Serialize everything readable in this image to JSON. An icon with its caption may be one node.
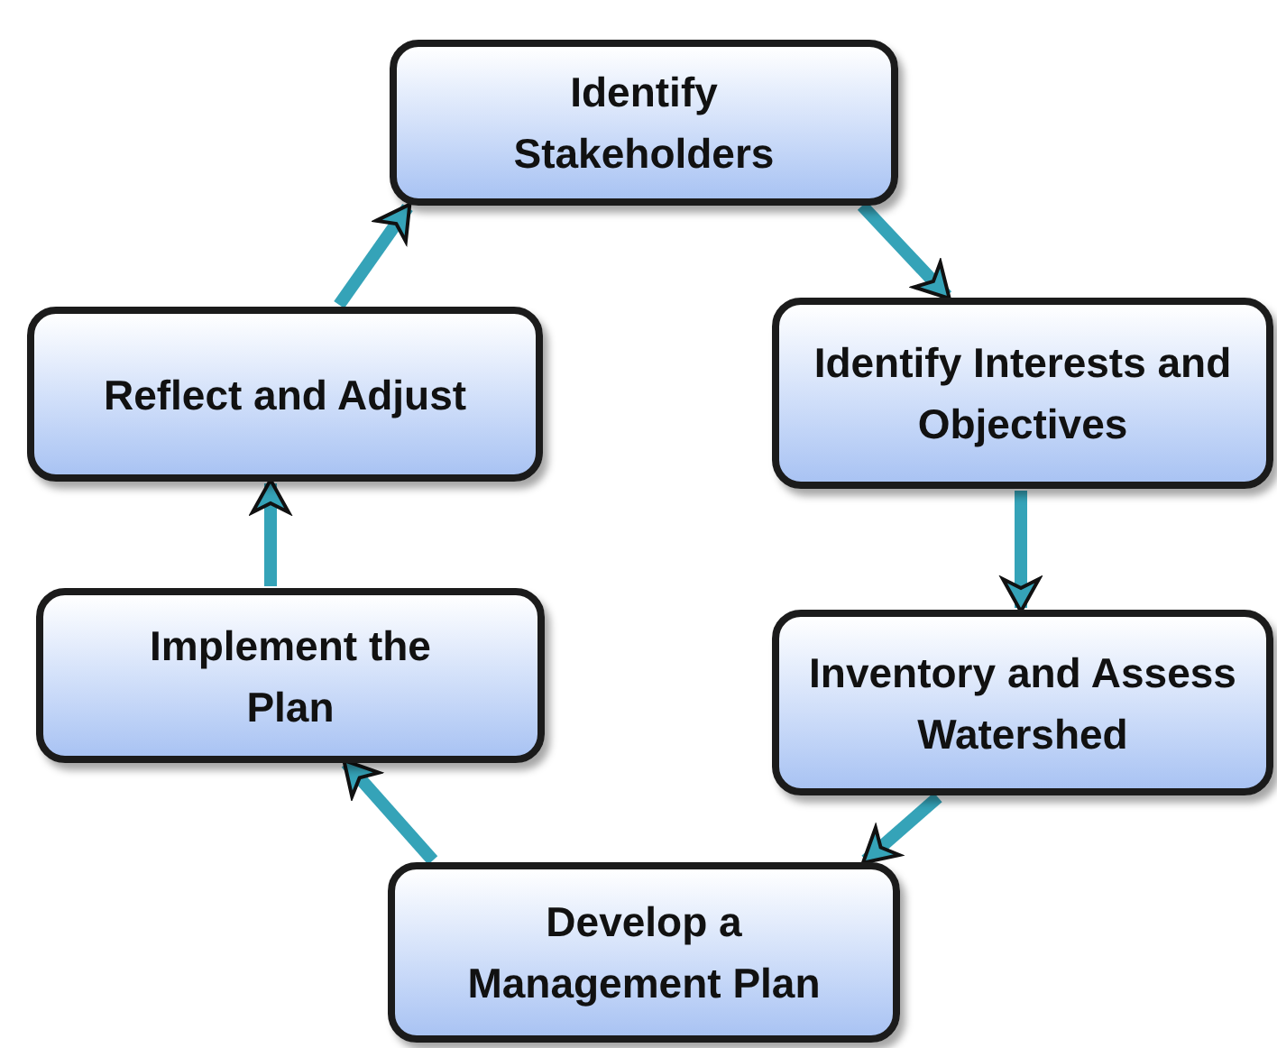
{
  "diagram": {
    "nodes": [
      {
        "text": [
          "Identify Stakeholders"
        ]
      },
      {
        "text": [
          "Identify Interests and Objectives"
        ]
      },
      {
        "text": [
          "Inventory and Assess Watershed"
        ]
      },
      {
        "text": [
          "Develop a Management Plan"
        ]
      },
      {
        "text": [
          "Implement the Plan"
        ]
      },
      {
        "text": [
          "Reflect and Adjust"
        ]
      }
    ],
    "edges": [
      {
        "from": 0,
        "to": 1,
        "arrow": "to"
      },
      {
        "from": 1,
        "to": 2,
        "arrow": "to"
      },
      {
        "from": 2,
        "to": 3,
        "arrow": "to"
      },
      {
        "from": 3,
        "to": 4,
        "arrow": "to"
      },
      {
        "from": 4,
        "to": 5,
        "arrow": "to"
      },
      {
        "from": 5,
        "to": 0,
        "arrow": "to"
      }
    ]
  }
}
